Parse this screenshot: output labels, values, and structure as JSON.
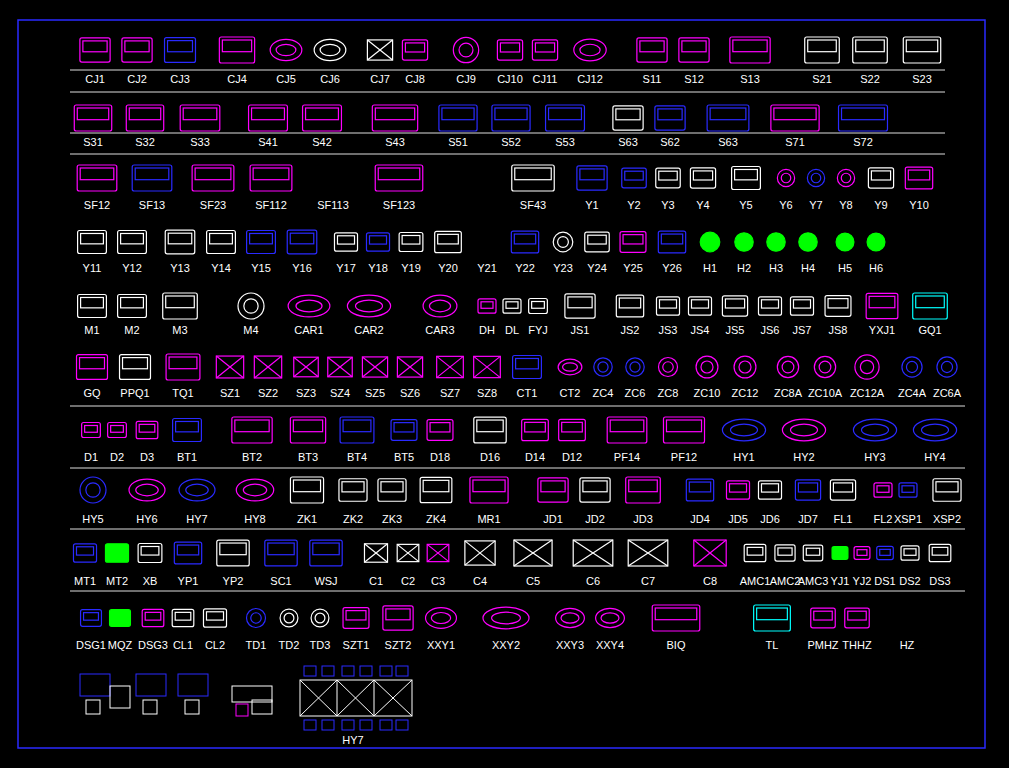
{
  "diagram": {
    "labels": [
      "CJ1",
      "CJ2",
      "CJ3",
      "CJ4",
      "CJ5",
      "CJ6",
      "CJ7",
      "CJ8",
      "CJ9",
      "CJ10",
      "CJ11",
      "CJ12",
      "S11",
      "S12",
      "S13",
      "S21",
      "S22",
      "S23",
      "S31",
      "S32",
      "S33",
      "S41",
      "S42",
      "S43",
      "S51",
      "S52",
      "S53",
      "S63",
      "S62",
      "S63",
      "S71",
      "S72",
      "SF12",
      "SF13",
      "SF23",
      "SF112",
      "SF113",
      "SF123",
      "SF43",
      "Y1",
      "Y2",
      "Y3",
      "Y4",
      "Y5",
      "Y6",
      "Y7",
      "Y8",
      "Y9",
      "Y10",
      "Y11",
      "Y12",
      "Y13",
      "Y14",
      "Y15",
      "Y16",
      "Y17",
      "Y18",
      "Y19",
      "Y20",
      "Y21",
      "Y22",
      "Y23",
      "Y24",
      "Y25",
      "Y26",
      "H1",
      "H2",
      "H3",
      "H4",
      "H5",
      "H6",
      "M1",
      "M2",
      "M3",
      "M4",
      "CAR1",
      "CAR2",
      "CAR3",
      "DH",
      "DL",
      "FYJ",
      "JS1",
      "JS2",
      "JS3",
      "JS4",
      "JS5",
      "JS6",
      "JS7",
      "JS8",
      "YXJ1",
      "GQ1",
      "GQ",
      "PPQ1",
      "TQ1",
      "SZ1",
      "SZ2",
      "SZ3",
      "SZ4",
      "SZ5",
      "SZ6",
      "SZ7",
      "SZ8",
      "CT1",
      "CT2",
      "ZC4",
      "ZC6",
      "ZC8",
      "ZC10",
      "ZC12",
      "ZC8A",
      "ZC10A",
      "ZC12A",
      "ZC4A",
      "ZC6A",
      "D1",
      "D2",
      "D3",
      "BT1",
      "BT2",
      "BT3",
      "BT4",
      "BT5",
      "D18",
      "D16",
      "D14",
      "D12",
      "PF14",
      "PF12",
      "HY1",
      "HY2",
      "HY3",
      "HY4",
      "HY5",
      "HY6",
      "HY7",
      "HY8",
      "ZK1",
      "ZK2",
      "ZK3",
      "ZK4",
      "MR1",
      "JD1",
      "JD2",
      "JD3",
      "JD4",
      "JD5",
      "JD6",
      "JD7",
      "FL1",
      "FL2",
      "XSP1",
      "XSP2",
      "MT1",
      "MT2",
      "XB",
      "YP1",
      "YP2",
      "SC1",
      "WSJ",
      "C1",
      "C2",
      "C3",
      "C4",
      "C5",
      "C6",
      "C7",
      "C8",
      "AMC1",
      "AMC2",
      "AMC3",
      "YJ1",
      "YJ2",
      "DS1",
      "DS2",
      "DS3",
      "DSG1",
      "MQZ",
      "DSG3",
      "CL1",
      "CL2",
      "TD1",
      "TD2",
      "TD3",
      "SZT1",
      "SZT2",
      "XXY1",
      "XXY2",
      "XXY3",
      "XXY4",
      "BIQ",
      "TL",
      "PMHZ",
      "THHZ",
      "HZ",
      "HY7"
    ]
  }
}
